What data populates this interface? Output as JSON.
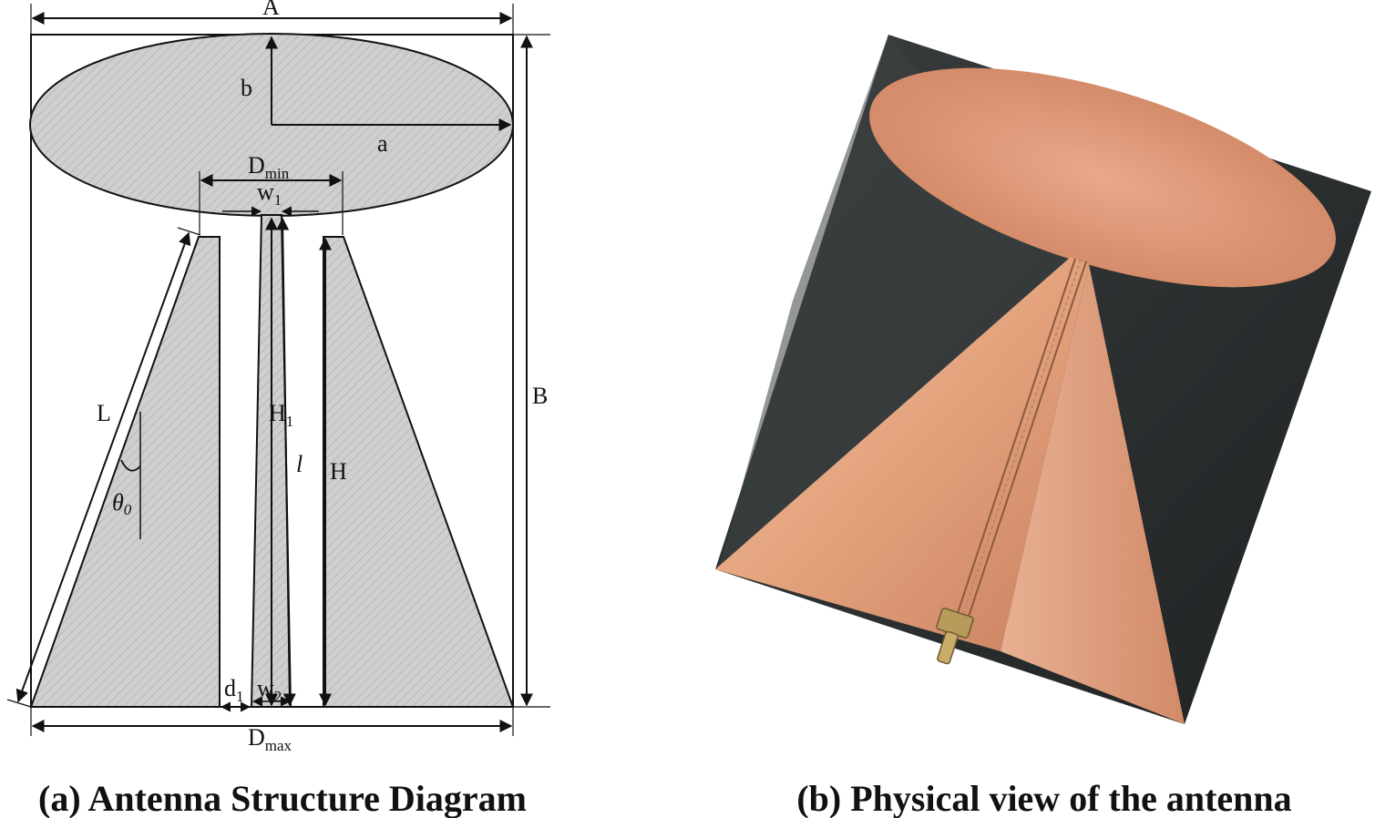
{
  "diagram": {
    "labels": {
      "A": "A",
      "B": "B",
      "a": "a",
      "b": "b",
      "Dmin_main": "D",
      "Dmin_sub": "min",
      "w1_main": "w",
      "w1_sub": "1",
      "L": "L",
      "theta_main": "θ",
      "theta_sub": "0",
      "H1_main": "H",
      "H1_sub": "1",
      "l": "l",
      "H": "H",
      "d1_main": "d",
      "d1_sub": "1",
      "w2_main": "w",
      "w2_sub": "2",
      "Dmax_main": "D",
      "Dmax_sub": "max"
    },
    "colors": {
      "copper_fill": "#cfcfcf",
      "hatch": "#a9a9a9",
      "stroke": "#111111"
    }
  },
  "photo": {
    "colors": {
      "dark_cone": "#2c2f30",
      "copper_light": "#e9ae8a",
      "copper_mid": "#d48e6a",
      "copper_dark": "#bb7557"
    }
  },
  "captions": {
    "left": "(a) Antenna Structure Diagram",
    "right": "(b) Physical view of the antenna"
  }
}
